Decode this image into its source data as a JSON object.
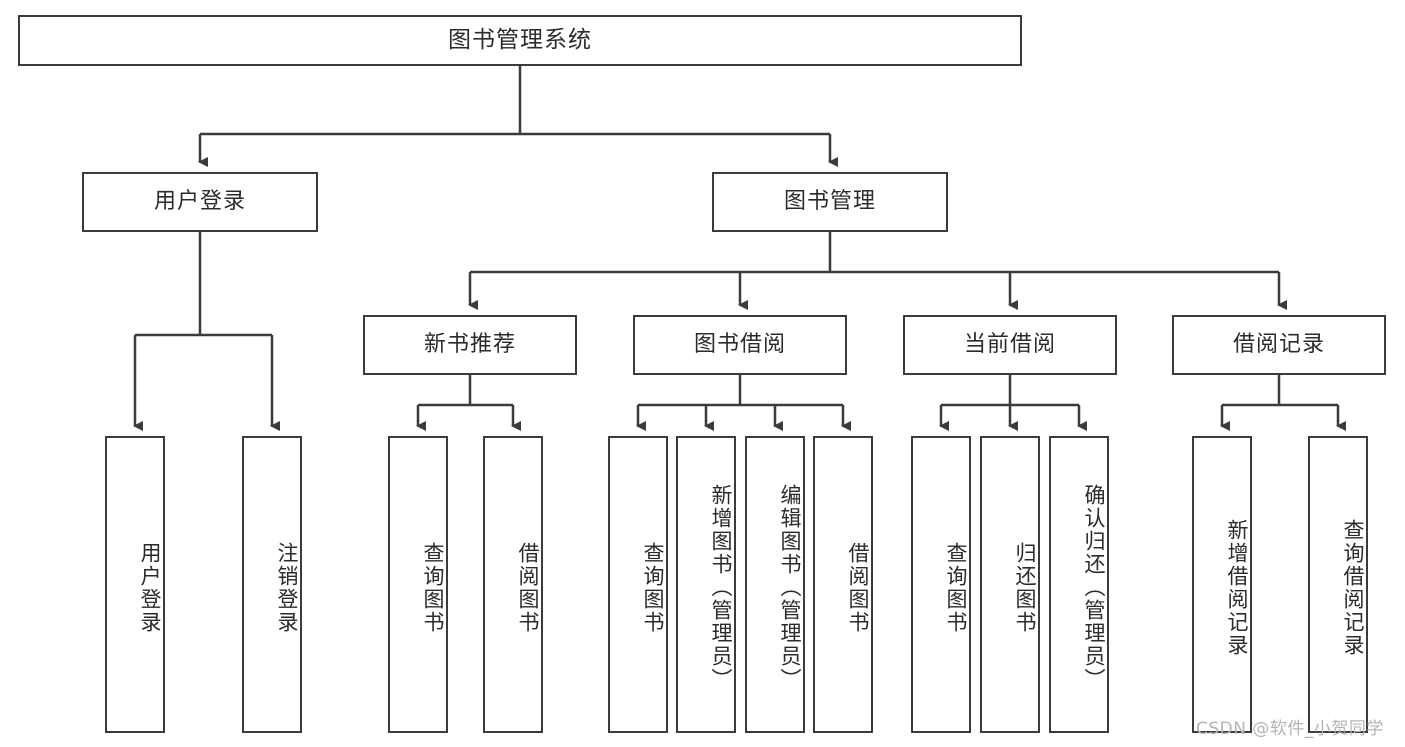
{
  "diagram": {
    "type": "tree",
    "title": "图书管理系统",
    "root": {
      "label": "图书管理系统"
    },
    "level2": [
      {
        "label": "用户登录"
      },
      {
        "label": "图书管理"
      }
    ],
    "level3": [
      {
        "label": "新书推荐"
      },
      {
        "label": "图书借阅"
      },
      {
        "label": "当前借阅"
      },
      {
        "label": "借阅记录"
      }
    ],
    "leaves": {
      "user_login": [
        {
          "label": "用户登录"
        },
        {
          "label": "注销登录"
        }
      ],
      "new_book_recommend": [
        {
          "label": "查询图书"
        },
        {
          "label": "借阅图书"
        }
      ],
      "book_borrow": [
        {
          "label": "查询图书"
        },
        {
          "label": "新增图书（管理员）"
        },
        {
          "label": "编辑图书（管理员）"
        },
        {
          "label": "借阅图书"
        }
      ],
      "current_borrow": [
        {
          "label": "查询图书"
        },
        {
          "label": "归还图书"
        },
        {
          "label": "确认归还（管理员）"
        }
      ],
      "borrow_record": [
        {
          "label": "新增借阅记录"
        },
        {
          "label": "查询借阅记录"
        }
      ]
    }
  },
  "watermark": {
    "text": "CSDN @软件_小贺同学"
  },
  "colors": {
    "border": "#3b3b3b",
    "text": "#2b2b2b",
    "background": "#ffffff",
    "watermark": "#b4b4b4"
  }
}
